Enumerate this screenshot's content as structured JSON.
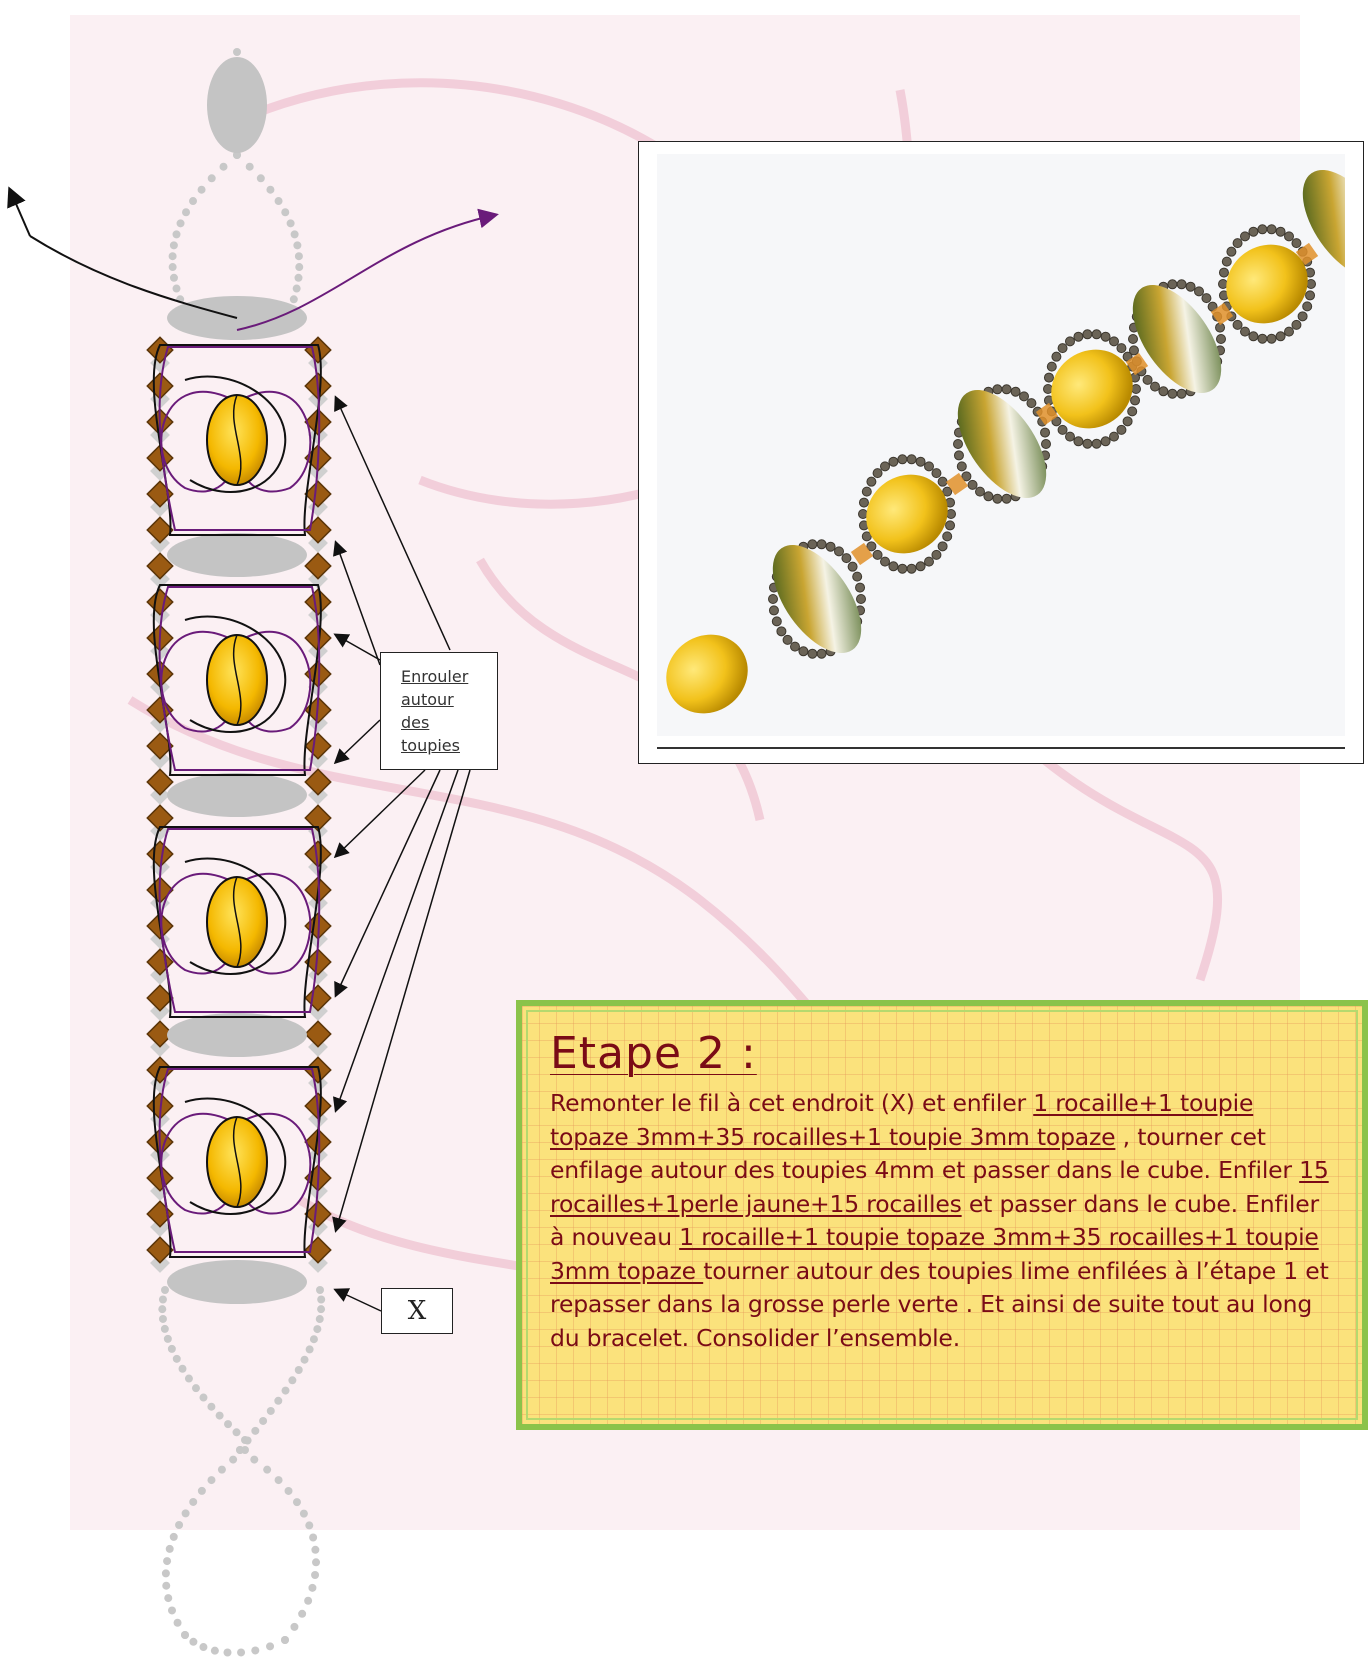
{
  "callouts": {
    "wrap_lines": [
      "Enrouler",
      "autour",
      "des",
      "toupies"
    ],
    "position_marker": "X"
  },
  "note": {
    "title": "Etape 2 :",
    "segments": [
      {
        "text": "Remonter le fil à cet endroit  (X)  et enfiler ",
        "underline": false
      },
      {
        "text": "1 rocaille+1 toupie topaze 3mm+35 rocailles+1 toupie 3mm topaze",
        "underline": true
      },
      {
        "text": " , tourner cet enfilage autour des toupies 4mm et  passer dans le cube. Enfiler  ",
        "underline": false
      },
      {
        "text": "15 rocailles+1perle jaune+15 rocailles",
        "underline": true
      },
      {
        "text": " et passer dans le cube. Enfiler à nouveau ",
        "underline": false
      },
      {
        "text": " 1 rocaille+1 toupie topaze 3mm+35 rocailles+1 toupie 3mm topaze ",
        "underline": true
      },
      {
        "text": " tourner autour des toupies lime enfilées à l’étape 1 et repasser dans  la grosse perle verte . Et ainsi de suite tout au long du bracelet. Consolider l’ensemble.",
        "underline": false
      }
    ]
  },
  "colors": {
    "thread_purple": "#6a1b7a",
    "thread_black": "#111111",
    "bead_yellow": "#f7c400",
    "bead_brown": "#9a5a12",
    "spacer_gray": "#c8c8c8",
    "note_text": "#7a0b16",
    "note_border": "#8bc34a"
  }
}
